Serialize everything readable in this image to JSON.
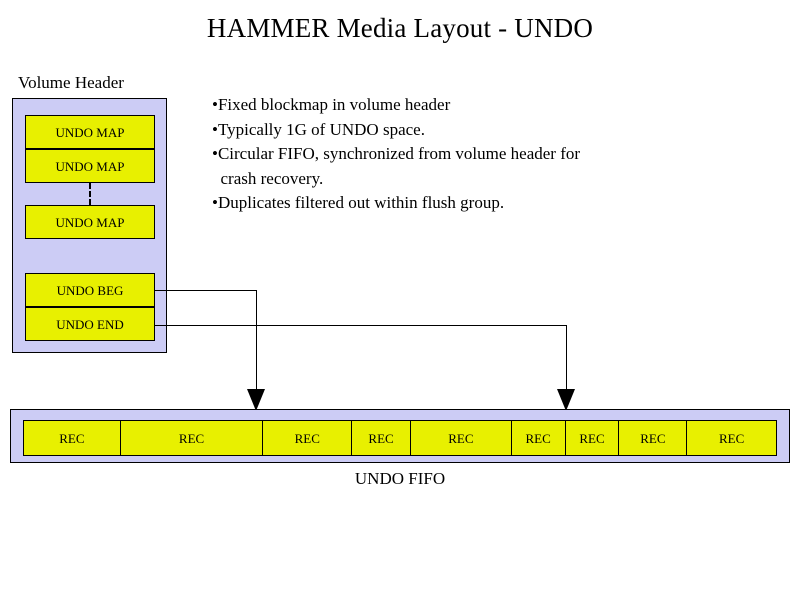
{
  "slide": {
    "title": "HAMMER Media Layout - UNDO",
    "background_color": "#ffffff"
  },
  "colors": {
    "box_fill": "#e8f000",
    "container_fill": "#ccccf5",
    "stroke": "#000000",
    "text": "#000000"
  },
  "volume_header": {
    "label": "Volume Header",
    "boxes": [
      {
        "label": "UNDO MAP"
      },
      {
        "label": "UNDO MAP"
      },
      {
        "label": "UNDO MAP"
      },
      {
        "label": "UNDO BEG"
      },
      {
        "label": "UNDO END"
      }
    ],
    "ellipsis_between_maps": true
  },
  "bullets": [
    "•Fixed blockmap in volume header",
    "•Typically 1G of UNDO space.",
    "•Circular FIFO, synchronized from volume header for",
    "  crash recovery.",
    "•Duplicates filtered out within flush group."
  ],
  "connectors": [
    {
      "from": "UNDO BEG",
      "to": "UNDO FIFO",
      "arrow": "down"
    },
    {
      "from": "UNDO END",
      "to": "UNDO FIFO",
      "arrow": "down"
    }
  ],
  "fifo": {
    "label": "UNDO FIFO",
    "records": [
      {
        "label": "REC",
        "width": 97
      },
      {
        "label": "REC",
        "width": 143
      },
      {
        "label": "REC",
        "width": 89
      },
      {
        "label": "REC",
        "width": 59
      },
      {
        "label": "REC",
        "width": 101
      },
      {
        "label": "REC",
        "width": 54
      },
      {
        "label": "REC",
        "width": 54
      },
      {
        "label": "REC",
        "width": 68
      },
      {
        "label": "REC",
        "width": 89
      }
    ]
  }
}
